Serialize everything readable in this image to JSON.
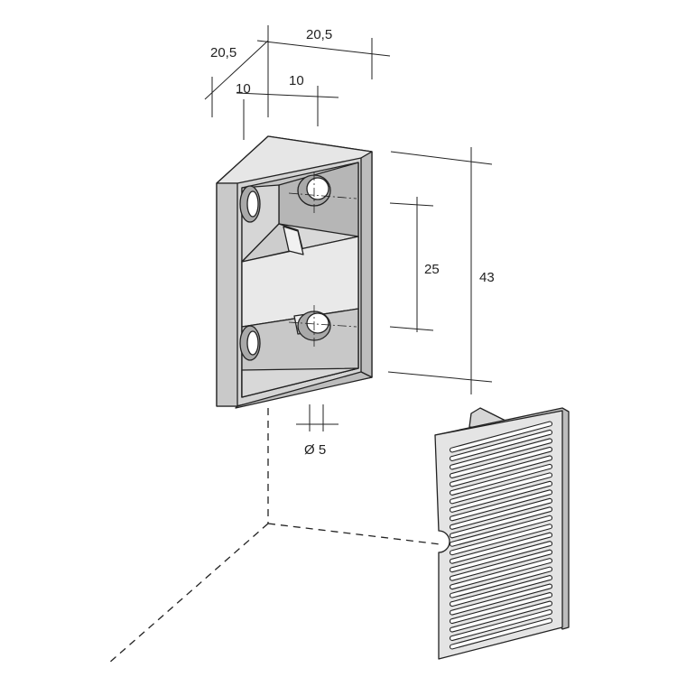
{
  "dimensions": {
    "depth_top": "20,5",
    "depth_side": "20,5",
    "inner_left": "10",
    "inner_right": "10",
    "hole_spacing": "25",
    "height": "43",
    "hole_diameter": "Ø 5"
  },
  "colors": {
    "line": "#222222",
    "face_light": "#e8e8e8",
    "face_mid": "#cfcfcf",
    "face_dark": "#b9b9b9",
    "face_shadow": "#a8a8a8"
  }
}
